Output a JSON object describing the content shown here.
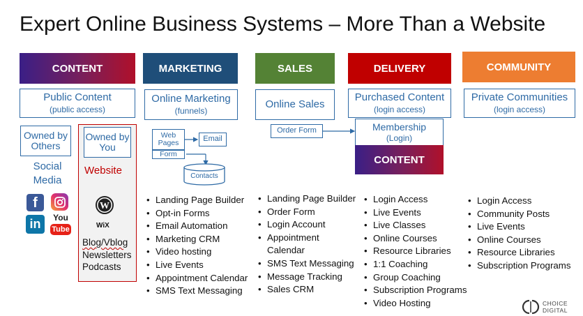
{
  "title": "Expert Online Business Systems – More Than a Website",
  "colors": {
    "content": "#8b1a3a",
    "marketing": "#1f4e79",
    "sales": "#548235",
    "delivery": "#c00000",
    "community": "#ed7d31",
    "box_border": "#2e6aa5",
    "website_red": "#c00000"
  },
  "headers": {
    "content": "CONTENT",
    "marketing": "MARKETING",
    "sales": "SALES",
    "delivery": "DELIVERY",
    "community": "COMMUNITY",
    "delivery_content": "CONTENT"
  },
  "boxes": {
    "content": {
      "main": "Public Content",
      "sub": "(public access)"
    },
    "marketing": {
      "main": "Online Marketing",
      "sub": "(funnels)"
    },
    "sales": {
      "main": "Online Sales"
    },
    "delivery": {
      "main": "Purchased Content",
      "sub": "(login access)"
    },
    "community": {
      "main": "Private Communities",
      "sub": "(login access)"
    },
    "membership": {
      "main": "Membership",
      "sub": "(Login)"
    }
  },
  "content_col": {
    "owned_others": "Owned by Others",
    "owned_you": "Owned by You",
    "social_media": "Social Media",
    "website": "Website",
    "website_items": [
      "Blog/Vblog",
      "Newsletters",
      "Podcasts"
    ],
    "social_icons": [
      "facebook-icon",
      "instagram-icon",
      "linkedin-icon",
      "youtube-icon"
    ],
    "site_icons": [
      "wordpress-icon",
      "wix-icon"
    ],
    "icon_text": {
      "linkedin": "in",
      "youtube_top": "You",
      "youtube_bottom": "Tube",
      "wix": "WiX"
    }
  },
  "marketing_diagram": {
    "web_pages": "Web Pages",
    "form": "Form",
    "email": "Email",
    "contacts": "Contacts"
  },
  "sales_diagram": {
    "order_form": "Order Form"
  },
  "lists": {
    "marketing": [
      "Landing Page Builder",
      "Opt-in Forms",
      "Email Automation",
      "Marketing CRM",
      "Video hosting",
      "Live Events",
      "Appointment Calendar",
      "SMS Text Messaging"
    ],
    "sales": [
      "Landing Page Builder",
      "Order Form",
      "Login Account",
      "Appointment Calendar",
      "SMS Text Messaging",
      "Message Tracking",
      "Sales CRM"
    ],
    "delivery": [
      "Login Access",
      "Live Events",
      "Live Classes",
      "Online Courses",
      "Resource Libraries",
      "1:1 Coaching",
      "Group Coaching",
      "Subscription Programs",
      "Video Hosting"
    ],
    "community": [
      "Login Access",
      "Community Posts",
      "Live Events",
      "Online Courses",
      "Resource Libraries",
      "Subscription Programs"
    ]
  },
  "logo": {
    "line1": "CHOICE",
    "line2": "DIGITAL"
  }
}
